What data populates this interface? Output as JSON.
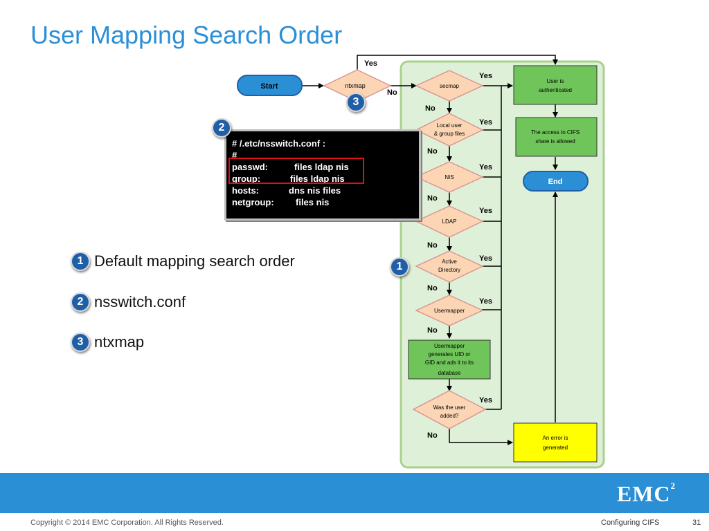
{
  "title": "User Mapping Search Order",
  "legend": [
    {
      "num": "1",
      "label": "Default mapping search order"
    },
    {
      "num": "2",
      "label": "nsswitch.conf"
    },
    {
      "num": "3",
      "label": "ntxmap"
    }
  ],
  "callouts": {
    "flow_badge": "1",
    "terminal_badge": "2",
    "ntxmap_badge": "3"
  },
  "terminal": {
    "lines": [
      "# /.etc/nsswitch.conf :",
      "#"
    ],
    "entries": [
      {
        "key": "passwd:",
        "value": "files ldap nis"
      },
      {
        "key": "group:",
        "value": "files ldap nis"
      },
      {
        "key": "hosts:",
        "value": "dns nis files"
      },
      {
        "key": "netgroup:",
        "value": "files nis"
      }
    ]
  },
  "flowchart": {
    "start": "Start",
    "end": "End",
    "ntxmap": "ntxmap",
    "secmap": "secmap",
    "local": [
      "Local user",
      "& group files"
    ],
    "nis": "NIS",
    "ldap": "LDAP",
    "ad": [
      "Active",
      "Directory"
    ],
    "usermapper": "Usermapper",
    "usermapper_box": [
      "Usermapper",
      "generates UID or",
      "GID and ads it to its",
      "database"
    ],
    "was_added": [
      "Was the user",
      "added?"
    ],
    "user_auth": [
      "User is",
      "authenticated"
    ],
    "access": [
      "The access to CIFS",
      "share is allowed"
    ],
    "error": [
      "An error is",
      "generated"
    ],
    "yes": "Yes",
    "no": "No"
  },
  "colors": {
    "accent": "#2b8fd6",
    "badge": "#1f5fa7",
    "decision": "#fcd5b4",
    "process_green": "#70c55a",
    "panel": "#dff0d8",
    "error": "#ffff00",
    "highlight": "#e0101a"
  },
  "footer": {
    "logo": "EMC",
    "logo_sup": "2",
    "copyright": "Copyright © 2014 EMC Corporation. All Rights Reserved.",
    "section": "Configuring CIFS",
    "page": "31"
  }
}
